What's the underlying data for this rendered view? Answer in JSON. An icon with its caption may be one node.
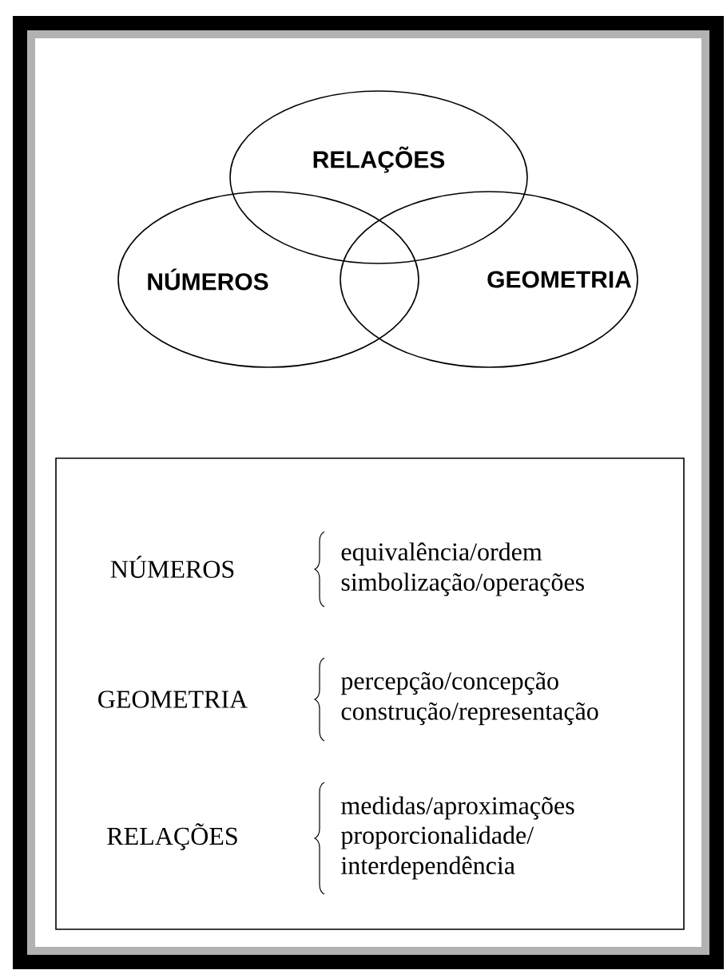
{
  "diagram": {
    "nodes": [
      {
        "text": [
          "RELAÇÕES"
        ]
      },
      {
        "text": [
          "NÚMEROS"
        ]
      },
      {
        "text": [
          "GEOMETRIA"
        ]
      },
      {
        "text": [
          "NÚMEROS",
          "equivalência/ordem",
          "simbolização/operações",
          "GEOMETRIA",
          "percepção/concepção",
          "construção/representação",
          "RELAÇÕES",
          "medidas/aproximações",
          "proporcionalidade/ interdependência"
        ]
      }
    ]
  }
}
